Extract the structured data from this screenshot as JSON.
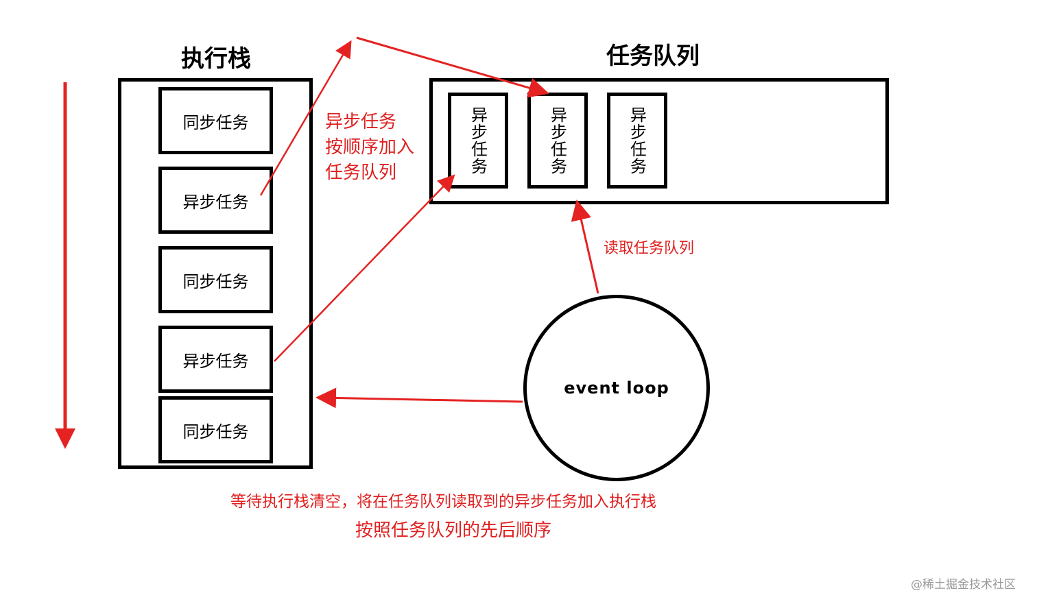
{
  "exec_stack": {
    "title": "执行栈",
    "tasks": [
      "同步任务",
      "异步任务",
      "同步任务",
      "异步任务",
      "同步任务"
    ]
  },
  "task_queue": {
    "title": "任务队列",
    "tasks": [
      "异步任务",
      "异步任务",
      "异步任务"
    ]
  },
  "event_loop": {
    "label": "event loop"
  },
  "notes": {
    "async_add_line1": "异步任务",
    "async_add_line2": "按顺序加入",
    "async_add_line3": "任务队列",
    "read_queue": "读取任务队列",
    "bottom_line1": "等待执行栈清空，将在任务队列读取到的异步任务加入执行栈",
    "bottom_line2": "按照任务队列的先后顺序"
  },
  "watermark": "@稀土掘金技术社区",
  "colors": {
    "arrow": "#e52222",
    "stroke": "#000000"
  }
}
